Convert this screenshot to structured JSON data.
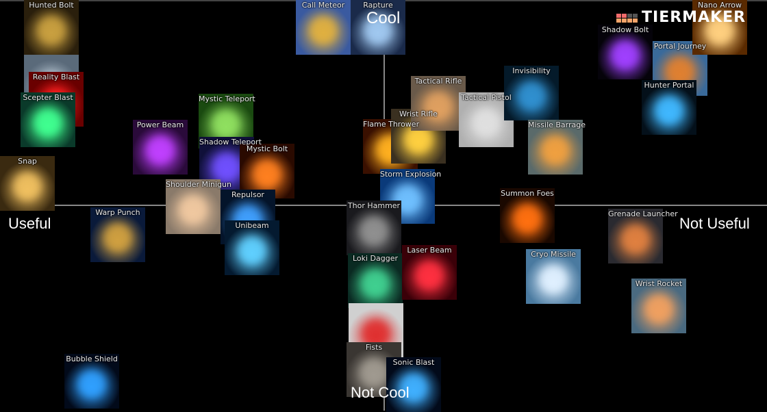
{
  "axes": {
    "top": "Cool",
    "bottom": "Not Cool",
    "left": "Useful",
    "right": "Not Useful"
  },
  "logo": {
    "text": "TIERMAKER",
    "colors": [
      "#f26b6b",
      "#f26b6b",
      "#555555",
      "#555555",
      "#f5a46a",
      "#f5a46a",
      "#f5a46a",
      "#f5a46a"
    ]
  },
  "items": [
    {
      "label": "Hunted Bolt",
      "bg": "#2a1f0c",
      "accent": "#c9a040"
    },
    {
      "label": "",
      "bg": "#5a6a7a",
      "accent": "#b8c6d2"
    },
    {
      "label": "Reality Blast",
      "bg": "#6a0000",
      "accent": "#ff2020"
    },
    {
      "label": "Scepter Blast",
      "bg": "#0a3a2a",
      "accent": "#40ff90"
    },
    {
      "label": "Snap",
      "bg": "#3a2a10",
      "accent": "#f0c060"
    },
    {
      "label": "Power Beam",
      "bg": "#2a0a3a",
      "accent": "#c040ff"
    },
    {
      "label": "Mystic Teleport",
      "bg": "#1a4a10",
      "accent": "#90e060"
    },
    {
      "label": "Shadow Teleport",
      "bg": "#10103a",
      "accent": "#7050ff"
    },
    {
      "label": "Mystic Bolt",
      "bg": "#2a0a00",
      "accent": "#ff8020"
    },
    {
      "label": "Shoulder Minigun",
      "bg": "#8a7a6a",
      "accent": "#f0c8a0"
    },
    {
      "label": "Repulsor",
      "bg": "#04142a",
      "accent": "#40a0ff"
    },
    {
      "label": "Unibeam",
      "bg": "#041a30",
      "accent": "#60d0ff"
    },
    {
      "label": "Warp Punch",
      "bg": "#0a1a3a",
      "accent": "#d0a040"
    },
    {
      "label": "Bubble Shield",
      "bg": "#020a1a",
      "accent": "#30a0ff"
    },
    {
      "label": "Call Meteor",
      "bg": "#3a5aa0",
      "accent": "#e0b040"
    },
    {
      "label": "Rapture",
      "bg": "#1a2a4a",
      "accent": "#a0c8f0"
    },
    {
      "label": "Flame Thrower",
      "bg": "#3a1000",
      "accent": "#ffb020"
    },
    {
      "label": "Wrist Rifle",
      "bg": "#3a3020",
      "accent": "#ffd040"
    },
    {
      "label": "Tactical Rifle",
      "bg": "#6a5a4a",
      "accent": "#e0a060"
    },
    {
      "label": "Tactical Pistol",
      "bg": "#b0b0b0",
      "accent": "#e0e0e0"
    },
    {
      "label": "Invisibility",
      "bg": "#041a2a",
      "accent": "#3090d0"
    },
    {
      "label": "Missile Barrage",
      "bg": "#5a6a6a",
      "accent": "#f0a040"
    },
    {
      "label": "Storm Explosion",
      "bg": "#0a3a7a",
      "accent": "#70c0ff"
    },
    {
      "label": "Thor Hammer",
      "bg": "#1a1a1e",
      "accent": "#909090"
    },
    {
      "label": "Loki Dagger",
      "bg": "#0a2a22",
      "accent": "#40d090"
    },
    {
      "label": "Laser Beam",
      "bg": "#3a0008",
      "accent": "#ff3040"
    },
    {
      "label": "",
      "bg": "#d0d0d0",
      "accent": "#e03030"
    },
    {
      "label": "Fists",
      "bg": "#3a3632",
      "accent": "#a09a90"
    },
    {
      "label": "Sonic Blast",
      "bg": "#020a1a",
      "accent": "#40b0ff"
    },
    {
      "label": "Summon Foes",
      "bg": "#1a0800",
      "accent": "#ff7010"
    },
    {
      "label": "Grenade Launcher",
      "bg": "#2a2a30",
      "accent": "#e08040"
    },
    {
      "label": "Cryo Missile",
      "bg": "#4a7aa0",
      "accent": "#e0f0ff"
    },
    {
      "label": "Wrist Rocket",
      "bg": "#4a6a80",
      "accent": "#f0a060"
    },
    {
      "label": "Shadow Bolt",
      "bg": "#05030a",
      "accent": "#a040ff"
    },
    {
      "label": "Portal Journey",
      "bg": "#3a6a9a",
      "accent": "#e08030"
    },
    {
      "label": "Hunter Portal",
      "bg": "#04101a",
      "accent": "#40b8ff"
    },
    {
      "label": "Nano Arrow",
      "bg": "#5a2a00",
      "accent": "#ffd080"
    }
  ]
}
